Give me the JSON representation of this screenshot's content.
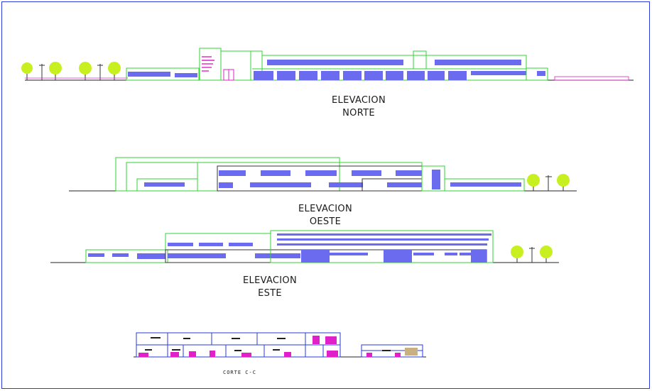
{
  "drawing": {
    "title_north_1": "ELEVACION",
    "title_north_2": "NORTE",
    "title_west_1": "ELEVACION",
    "title_west_2": "OESTE",
    "title_east_1": "ELEVACION",
    "title_east_2": "ESTE",
    "section_label": "CORTE C-C"
  },
  "colors": {
    "frame": "#2a3bd8",
    "ground": "#222222",
    "outline": "#2fd62f",
    "glass": "#6b6bf0",
    "magenta": "#e020c8",
    "tree": "#c8f020",
    "trunk": "#333333"
  }
}
